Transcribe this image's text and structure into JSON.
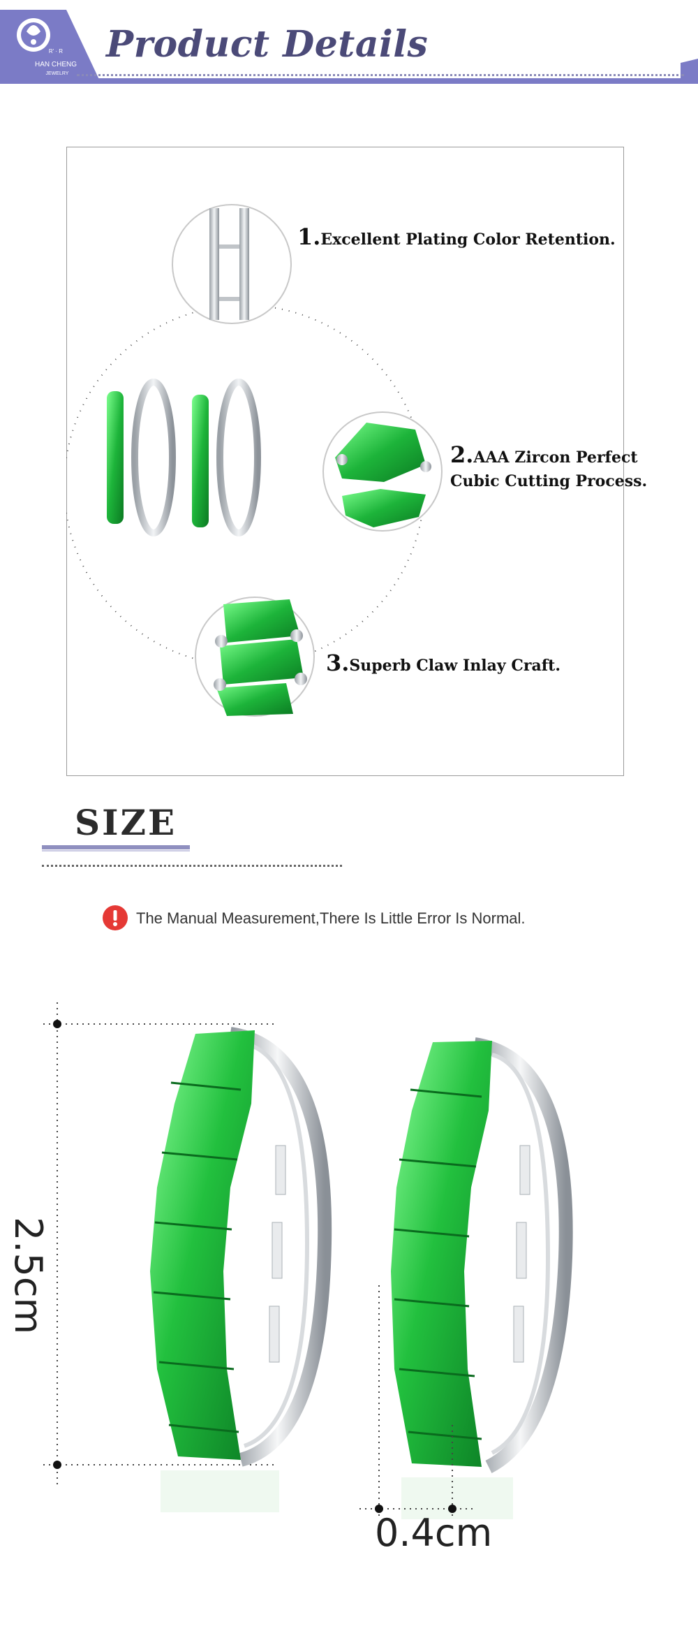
{
  "header": {
    "title": "Product Details",
    "logo_line1": "R' · R",
    "logo_brand": "HAN CHENG",
    "logo_sub": "JEWELRY"
  },
  "details": {
    "features": [
      {
        "num": "1.",
        "text": "Excellent Plating Color Retention."
      },
      {
        "num": "2.",
        "text": "AAA Zircon Perfect",
        "text2": "Cubic  Cutting Process."
      },
      {
        "num": "3.",
        "text": "Superb Claw Inlay Craft."
      }
    ]
  },
  "size": {
    "title": "SIZE",
    "notice": "The Manual Measurement,There Is Little Error Is Normal.",
    "height_label": "2.5cm",
    "width_label": "0.4cm"
  },
  "colors": {
    "brand": "#7b7bc6",
    "title": "#4b4a78",
    "gem": "#1db43a",
    "warning": "#e53935"
  }
}
